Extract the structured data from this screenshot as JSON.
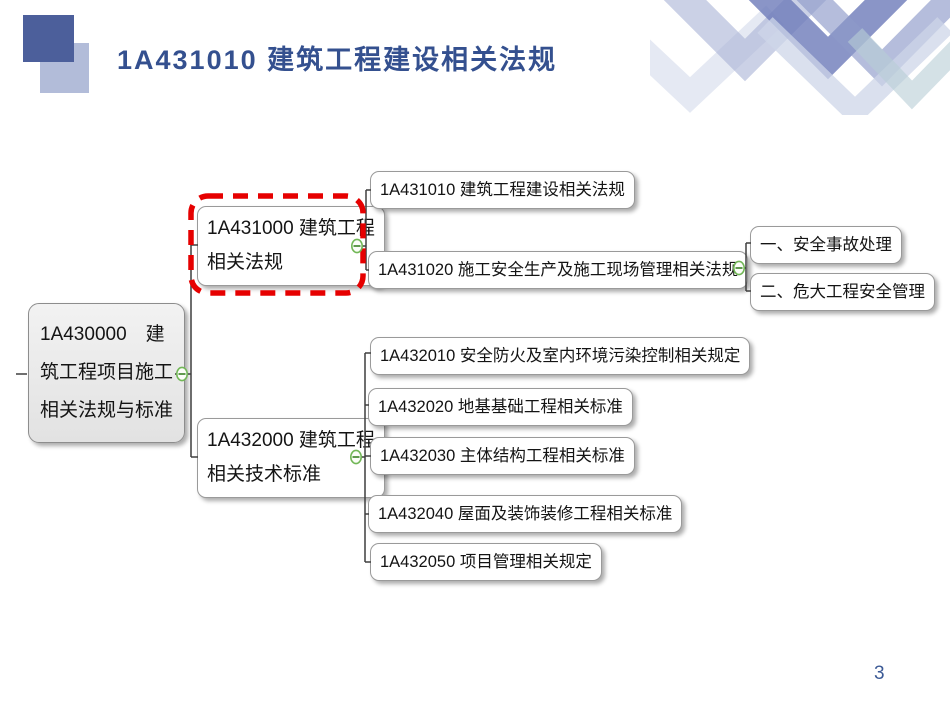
{
  "header": {
    "title": "1A431010 建筑工程建设相关法规"
  },
  "footer": {
    "page_number": "3"
  },
  "colors": {
    "title_blue": "#34508f",
    "square_dark": "#4c5f9b",
    "square_light": "#b2bcd9",
    "highlight_red": "#e60000",
    "collapse_green": "#72b757",
    "connector_gray": "#3f3f3f",
    "node_border": "#9a9a9a",
    "root_fill": "#ececec"
  },
  "icons": {
    "collapse": "collapse-minus-icon"
  },
  "mindmap": {
    "root": {
      "label": "1A430000　建\n筑工程项目施工\n相关法规与标准"
    },
    "branches": [
      {
        "label": "1A431000 建筑工程\n相关法规",
        "highlighted": true,
        "children": [
          {
            "label": "1A431010 建筑工程建设相关法规"
          },
          {
            "label": "1A431020 施工安全生产及施工现场管理相关法规",
            "children": [
              {
                "label": "一、安全事故处理"
              },
              {
                "label": "二、危大工程安全管理"
              }
            ]
          }
        ]
      },
      {
        "label": "1A432000 建筑工程\n相关技术标准",
        "highlighted": false,
        "children": [
          {
            "label": "1A432010 安全防火及室内环境污染控制相关规定"
          },
          {
            "label": "1A432020 地基基础工程相关标准"
          },
          {
            "label": "1A432030 主体结构工程相关标准"
          },
          {
            "label": "1A432040 屋面及装饰装修工程相关标准"
          },
          {
            "label": "1A432050 项目管理相关规定"
          }
        ]
      }
    ]
  }
}
